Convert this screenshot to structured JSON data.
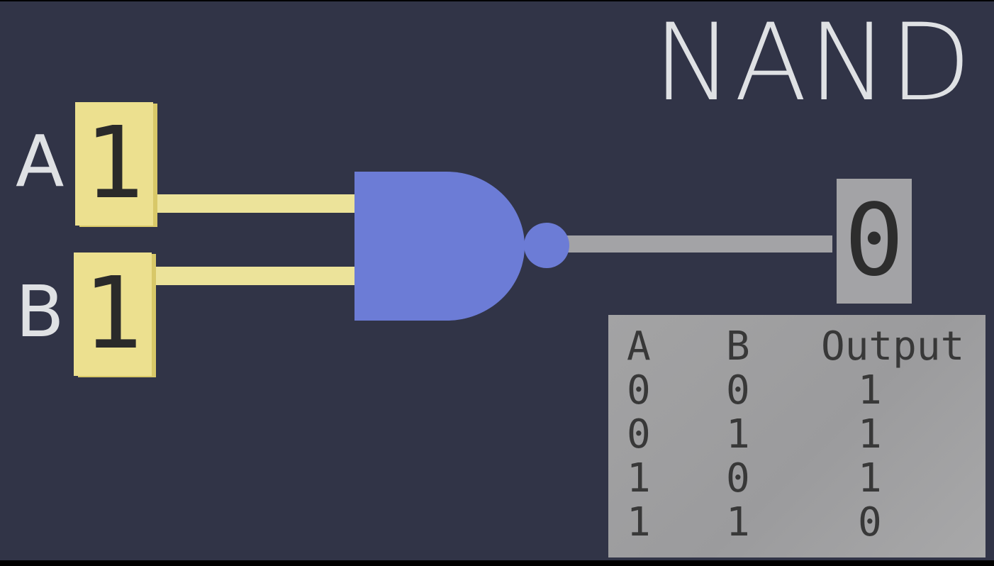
{
  "title": "NAND",
  "inputs": [
    {
      "label": "A",
      "value": "1"
    },
    {
      "label": "B",
      "value": "1"
    }
  ],
  "output": {
    "value": "0"
  },
  "truth_table": {
    "headers": [
      "A",
      "B",
      "Output"
    ],
    "rows": [
      [
        "0",
        "0",
        "1"
      ],
      [
        "0",
        "1",
        "1"
      ],
      [
        "1",
        "0",
        "1"
      ],
      [
        "1",
        "1",
        "0"
      ]
    ]
  },
  "colors": {
    "background": "#313447",
    "input_active": "#ece08f",
    "gate": "#6c7cd6",
    "output_wire": "#a3a3a6",
    "table": "#a3a3a4"
  }
}
